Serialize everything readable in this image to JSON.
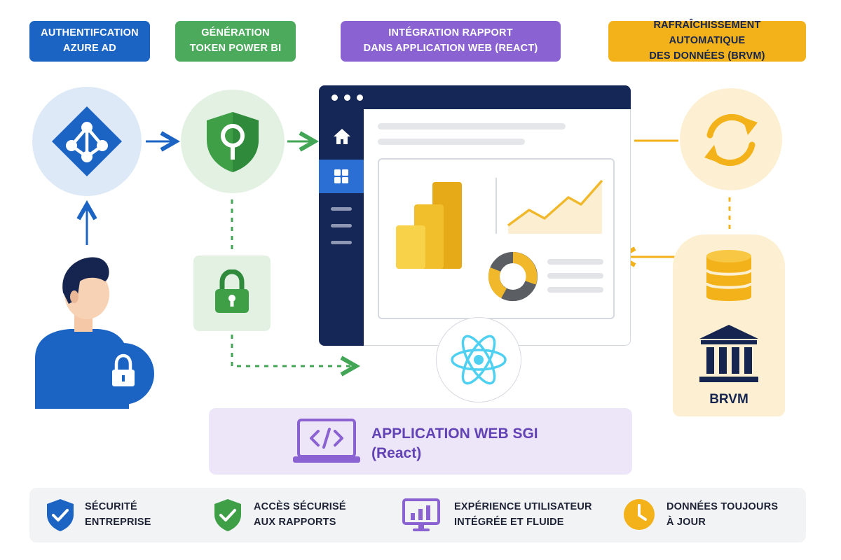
{
  "steps": [
    {
      "label": "AUTHENTIFCATION\nAZURE AD",
      "color": "#1b64c3"
    },
    {
      "label": "GÉNÉRATION\nTOKEN POWER BI",
      "color": "#43a656"
    },
    {
      "label": "INTÉGRATION RAPPORT\nDANS APPLICATION WEB (REACT)",
      "color": "#8a62d1"
    },
    {
      "label": "RAFRAÎCHISSEMENT AUTOMATIQUE\nDES DONNÉES (BRVM)",
      "color": "#f3b21a"
    }
  ],
  "nodes": {
    "azure_icon": "azure-ad-icon",
    "token_icon": "shield-key-icon",
    "lock_icon": "padlock-icon",
    "refresh_icon": "refresh-icon",
    "database_icon": "database-icon",
    "bank_icon": "bank-building-icon",
    "react_icon": "react-logo-icon",
    "user_icon": "user-avatar-icon"
  },
  "brvm_label": "BRVM",
  "app": {
    "title": "APPLICATION WEB SGI\n(React)",
    "icon": "laptop-code-icon"
  },
  "features": [
    {
      "label": "SÉCURITÉ\nENTREPRISE",
      "icon": "shield-check-icon",
      "color": "#1b64c3"
    },
    {
      "label": "ACCÈS SÉCURISÉ\nAUX RAPPORTS",
      "icon": "shield-check-icon",
      "color": "#3e9f47"
    },
    {
      "label": "EXPÉRIENCE UTILISATEUR\nINTÉGRÉE ET FLUIDE",
      "icon": "monitor-chart-icon",
      "color": "#8a62d1"
    },
    {
      "label": "DONNÉES TOUJOURS\nÀ JOUR",
      "icon": "clock-icon",
      "color": "#f3b21a"
    }
  ],
  "colors": {
    "blue": "#1b64c3",
    "green": "#43a656",
    "purple": "#8a62d1",
    "yellow": "#f3b21a",
    "navy": "#152757"
  }
}
